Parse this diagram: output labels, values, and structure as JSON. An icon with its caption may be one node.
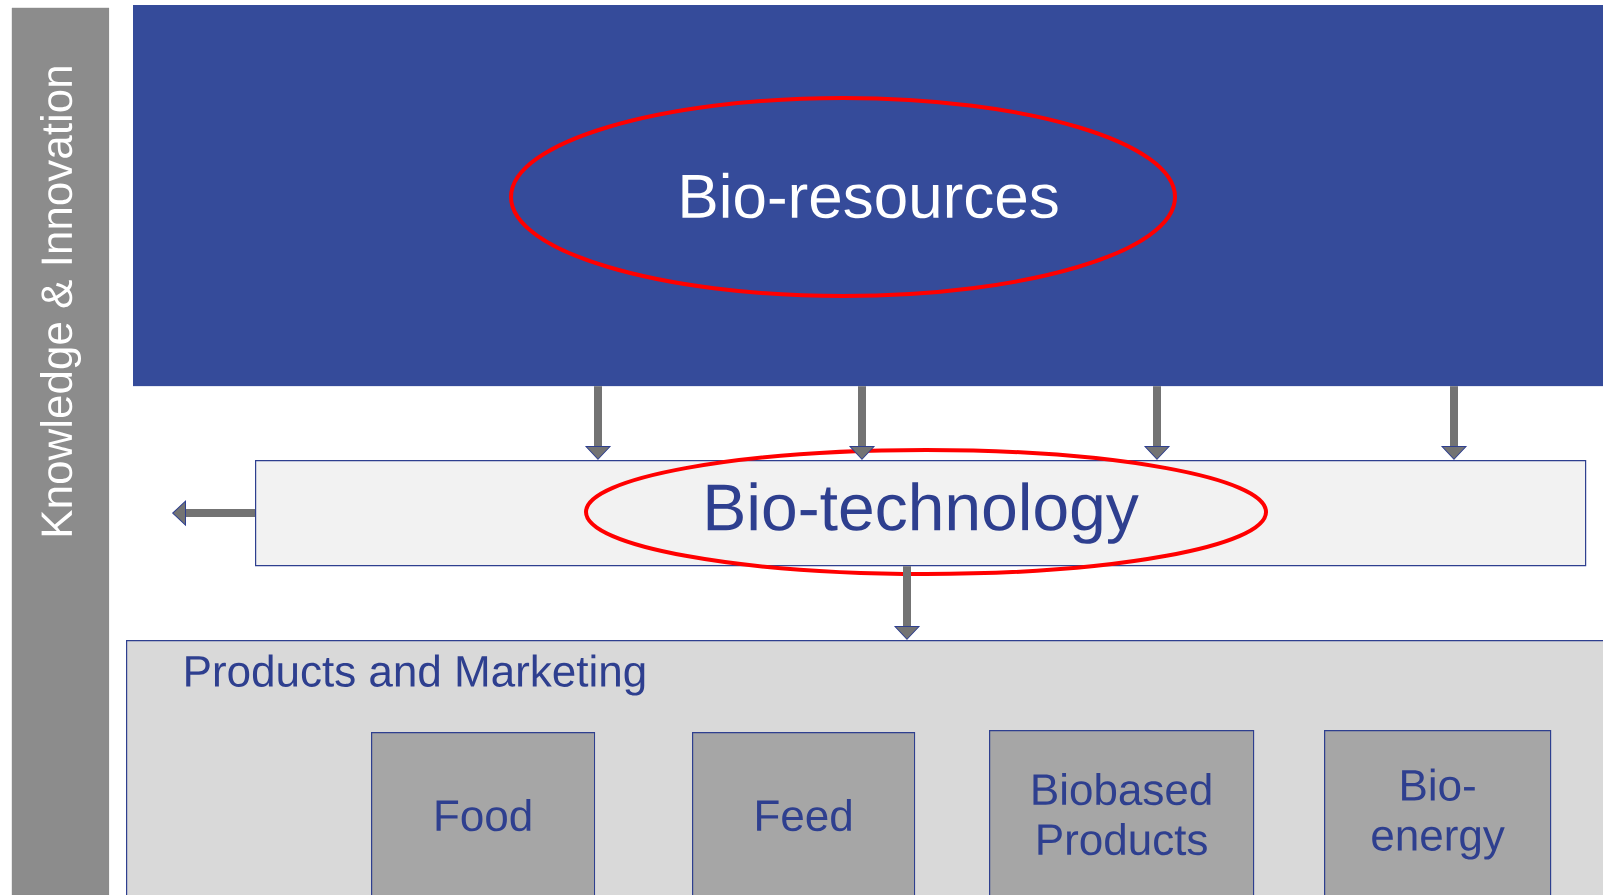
{
  "diagram": {
    "nodes": [
      {
        "text": [
          "Knowledge & Innovation"
        ]
      },
      {
        "text": [
          "Bio-resources"
        ]
      },
      {
        "text": [
          "Bio-technology"
        ]
      },
      {
        "text": [
          "Products and Marketing"
        ]
      },
      {
        "text": [
          "Food"
        ],
        "in": 3
      },
      {
        "text": [
          "Feed"
        ],
        "in": 3
      },
      {
        "text": [
          "Biobased Products"
        ],
        "in": 3
      },
      {
        "text": [
          "Bio- energy"
        ],
        "in": 3
      }
    ],
    "edges": [
      {
        "from": 1,
        "to": 2,
        "arrow": "to"
      },
      {
        "from": 1,
        "to": 2,
        "arrow": "to"
      },
      {
        "from": 1,
        "to": 2,
        "arrow": "to"
      },
      {
        "from": 1,
        "to": 2,
        "arrow": "to"
      },
      {
        "from": 2,
        "to": null,
        "arrow": "to"
      },
      {
        "from": 2,
        "to": 3,
        "arrow": "to"
      }
    ]
  }
}
